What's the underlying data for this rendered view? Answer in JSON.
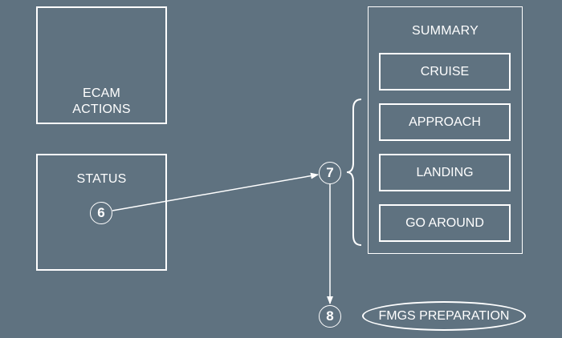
{
  "boxes": {
    "ecam_actions": "ECAM\nACTIONS",
    "status": "STATUS"
  },
  "summary": {
    "title": "SUMMARY",
    "items": [
      "CRUISE",
      "APPROACH",
      "LANDING",
      "GO AROUND"
    ]
  },
  "steps": {
    "six": "6",
    "seven": "7",
    "eight": "8"
  },
  "fmgs": "FMGS PREPARATION"
}
